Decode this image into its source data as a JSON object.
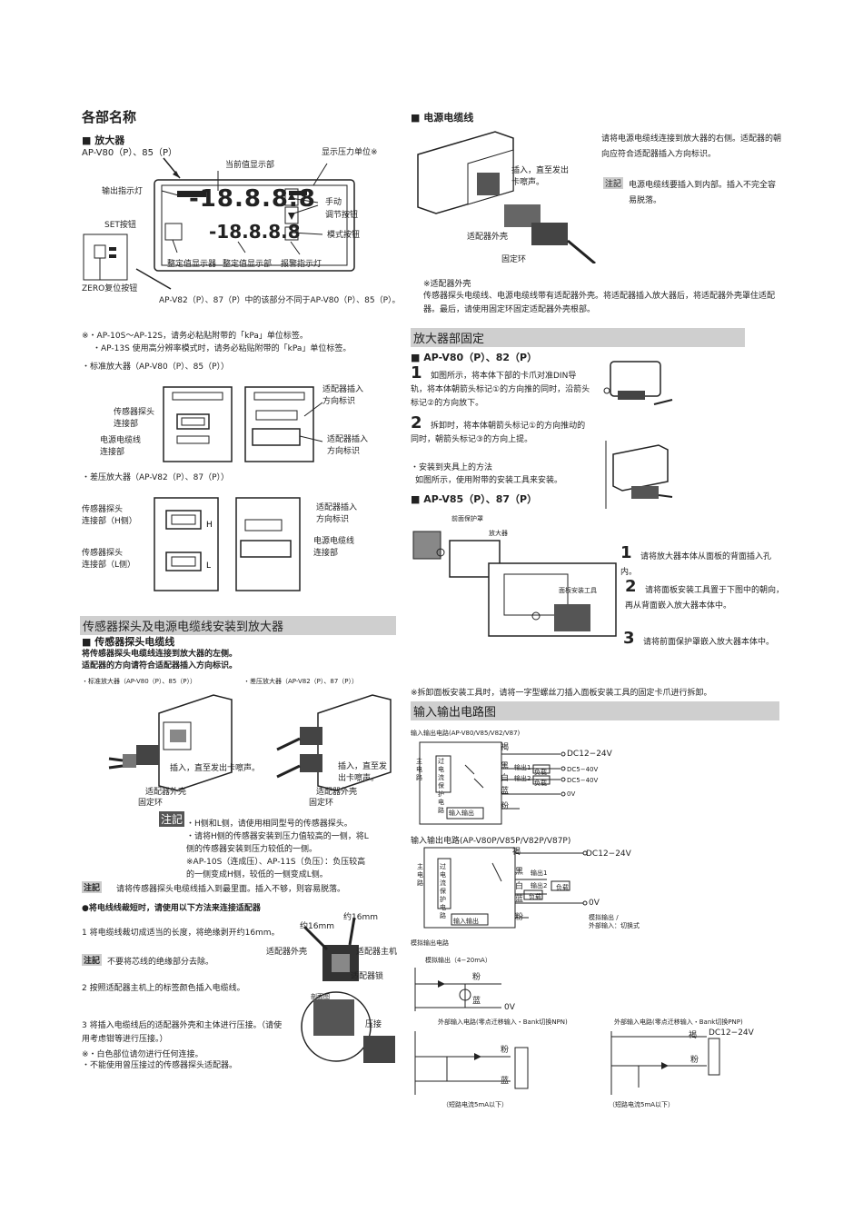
{
  "left": {
    "title": "各部名称",
    "amp_heading": "■ 放大器",
    "amp_model": "AP-V80（P）、85（P）",
    "labels": {
      "current_value": "当前值显示部",
      "pressure_unit": "显示压力单位※",
      "output_lamp": "输出指示灯",
      "manual_adjust": "手动\n调节按钮",
      "set_button": "SET按钮",
      "mode_button": "模式按钮",
      "set_display": "整定值显示器",
      "set_display2": "整定值显示部",
      "alarm_lamp": "报警指示灯",
      "zero_reset": "ZERO复位按钮",
      "lcd_top": "-18.8.8.8",
      "lcd_bottom": "-18.8.8.8"
    },
    "diff_note": "AP-V82（P）、87（P）中的该部分不同于AP-V80（P）、85（P）。",
    "kpa_note1": "※・AP-10S～AP-12S，请务必粘贴附带的「kPa」单位标签。",
    "kpa_note2": "・AP-13S 使用高分辨率模式时，请务必粘贴附带的「kPa」单位标签。",
    "std_amp": "・标准放大器（AP-V80（P）、85（P））",
    "std_labels": {
      "sensor_conn": "传感器探头\n连接部",
      "power_conn": "电源电缆线\n连接部",
      "adapter_dir1": "适配器插入\n方向标识",
      "adapter_dir2": "适配器插入\n方向标识"
    },
    "diff_amp": "・差压放大器（AP-V82（P）、87（P））",
    "diff_labels": {
      "sensor_h": "传感器探头\n连接部（H侧）",
      "sensor_l": "传感器探头\n连接部（L侧）",
      "adapter_dir": "适配器插入\n方向标识",
      "power_conn": "电源电缆线\n连接部"
    },
    "section2_title": "传感器探头及电源电缆线安装到放大器",
    "sensor_cable_heading": "■ 传感器探头电缆线",
    "sensor_cable_text1": "将传感器探头电缆线连接到放大器的左侧。",
    "sensor_cable_text2": "适配器的方向请符合适配器插入方向标识。",
    "std_amp2": "・标准放大器（AP-V80（P）、85（P））",
    "diff_amp2": "・差压放大器（AP-V82（P）、87（P））",
    "insert_label1": "插入，直至发出卡嚓声。",
    "adapter_shell1": "适配器外壳",
    "fixing_ring1": "固定环",
    "insert_label2": "插入，直至发\n出卡嚓声。",
    "adapter_shell2": "适配器外壳",
    "fixing_ring2": "固定环",
    "note_tag": "注記",
    "note_lines": [
      "・H侧和L侧，请使用相同型号的传感器探头。",
      "・请将H侧的传感器安装到压力值较高的一侧，将L",
      "  侧的传感器安装到压力较低的一侧。",
      "※AP-10S（连成压）、AP-11S（负压）：负压较高",
      "  的一侧变成H侧，较低的一侧变成L侧。"
    ],
    "note2_tag": "注記",
    "note2_text": "请将传感器探头电缆线插入到最里面。插入不够，则容易脱落。",
    "cut_heading": "●将电线线裁短时，请使用以下方法来连接适配器",
    "step1": "1  将电缆线裁切成适当的长度，将绝缘剥开约16mm。",
    "step1_note_tag": "注記",
    "step1_note": "不要将芯线的绝缘部分去除。",
    "step2": "2  按照适配器主机上的标签颜色插入电缆线。",
    "step3": "3  将插入电缆线后的适配器外壳和主体进行压接。（请使用考虑钳等进行压接。）",
    "step3_notes": [
      "※・白色部位请勿进行任何连接。",
      "  ・不能使用曾压接过的传感器探头适配器。"
    ],
    "fig_labels": {
      "len1": "约16mm",
      "len2": "约16mm",
      "shell": "适配器外壳",
      "main": "适配器主机",
      "lock": "适配器锁",
      "crimp": "压接",
      "cross": "剖面图"
    }
  },
  "right": {
    "power_heading": "■ 电源电缆线",
    "power_text1": "请将电源电缆线连接到放大器的右侧。适配器的朝向应符合适配器插入方向标识。",
    "power_note_tag": "注記",
    "power_note": "电源电缆线要插入到内部。插入不完全容易脱落。",
    "power_insert": "插入，直至发出\n卡嚓声。",
    "power_shell": "适配器外壳",
    "power_ring": "固定环",
    "shell_note_title": "※适配器外壳",
    "shell_note": "传感器探头电缆线、电源电缆线带有适配器外壳。将适配器插入放大器后，将适配器外壳罩住适配器。最后，请使用固定环固定适配器外壳根部。",
    "fix_title": "放大器部固定",
    "fix_model1": "■ AP-V80（P）、82（P）",
    "fix_step1": "如图所示，将本体下部的卡爪对准DIN导轨，将本体朝箭头标记①的方向推的同时，沿箭头标记②的方向放下。",
    "fix_step2": "拆卸时，将本体朝箭头标记①的方向推动的同时，朝箭头标记③的方向上提。",
    "fix_bracket_title": "・安装到夹具上的方法",
    "fix_bracket": "如图所示，使用附带的安装工具来安装。",
    "fix_model2": "■ AP-V85（P）、87（P）",
    "panel_labels": {
      "cover": "前面保护罩",
      "amp": "放大器",
      "tool": "面板安装工具"
    },
    "panel_step1": "请将放大器本体从面板的背面插入孔内。",
    "panel_step2": "请将面板安装工具置于下图中的朝向，再从背面嵌入放大器本体中。",
    "panel_step3": "请将前面保护罩嵌入放大器本体中。",
    "remove_note": "※拆卸面板安装工具时，请将一字型螺丝刀插入面板安装工具的固定卡爪进行拆卸。",
    "io_title": "输入输出电路图",
    "io1_caption": "输入输出电路(AP-V80/V85/V82/V87)",
    "io1": {
      "wires": [
        "褐",
        "黑",
        "白",
        "蓝",
        "粉"
      ],
      "out1": "输出1",
      "out2": "输出2",
      "load1": "负载",
      "load2": "负载",
      "dc1": "DC12−24V",
      "dc2": "DC5−40V",
      "dc3": "DC5−40V",
      "zero": "0V",
      "main": "主电路",
      "protect": "过电流保护电路",
      "input": "输入输出"
    },
    "io2_caption": "输入输出电路(AP-V80P/V85P/V82P/V87P)",
    "io2": {
      "wires": [
        "褐",
        "黑",
        "白",
        "蓝",
        "粉"
      ],
      "out1": "输出1",
      "out2": "输出2",
      "load1": "负载",
      "load2": "负载",
      "dc1": "DC12−24V",
      "zero": "0V",
      "main": "主电路",
      "protect": "过电流保护电路",
      "input": "输入输出",
      "analog": "模拟输出 /\n外部输入：切换式"
    },
    "analog_caption": "模拟输出电路",
    "analog_sub": "模拟输出（4−20mA）",
    "analog_pink": "粉",
    "analog_blue": "蓝",
    "analog_0v": "0V",
    "ext_npn_caption": "外部输入电路(零点迁移输入・Bank切换NPN)",
    "ext_pnp_caption": "外部输入电路(零点迁移输入・Bank切换PNP)",
    "npn_pink": "粉",
    "npn_blue": "蓝",
    "pnp_brown": "褐",
    "pnp_dc": "DC12−24V",
    "pnp_pink": "粉",
    "short_npn": "（短路电流5mA以下）",
    "short_pnp": "（短路电流5mA以下）"
  }
}
